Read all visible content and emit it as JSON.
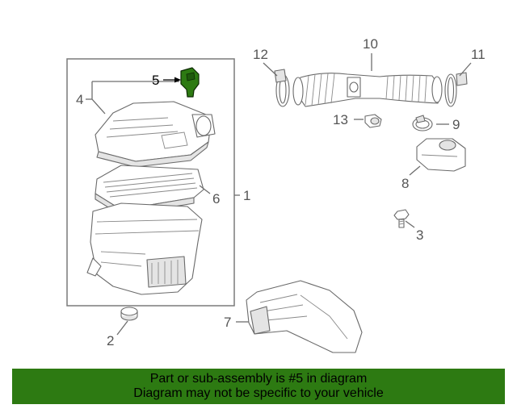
{
  "callouts": {
    "c1": "1",
    "c2": "2",
    "c3": "3",
    "c4": "4",
    "c5": "5",
    "c6": "6",
    "c7": "7",
    "c8": "8",
    "c9": "9",
    "c10": "10",
    "c11": "11",
    "c12": "12",
    "c13": "13"
  },
  "highlight_color": "#2d7a12",
  "banner": {
    "line1": "Part or sub-assembly is #5 in diagram",
    "line2": "Diagram may not be specific to your vehicle"
  }
}
